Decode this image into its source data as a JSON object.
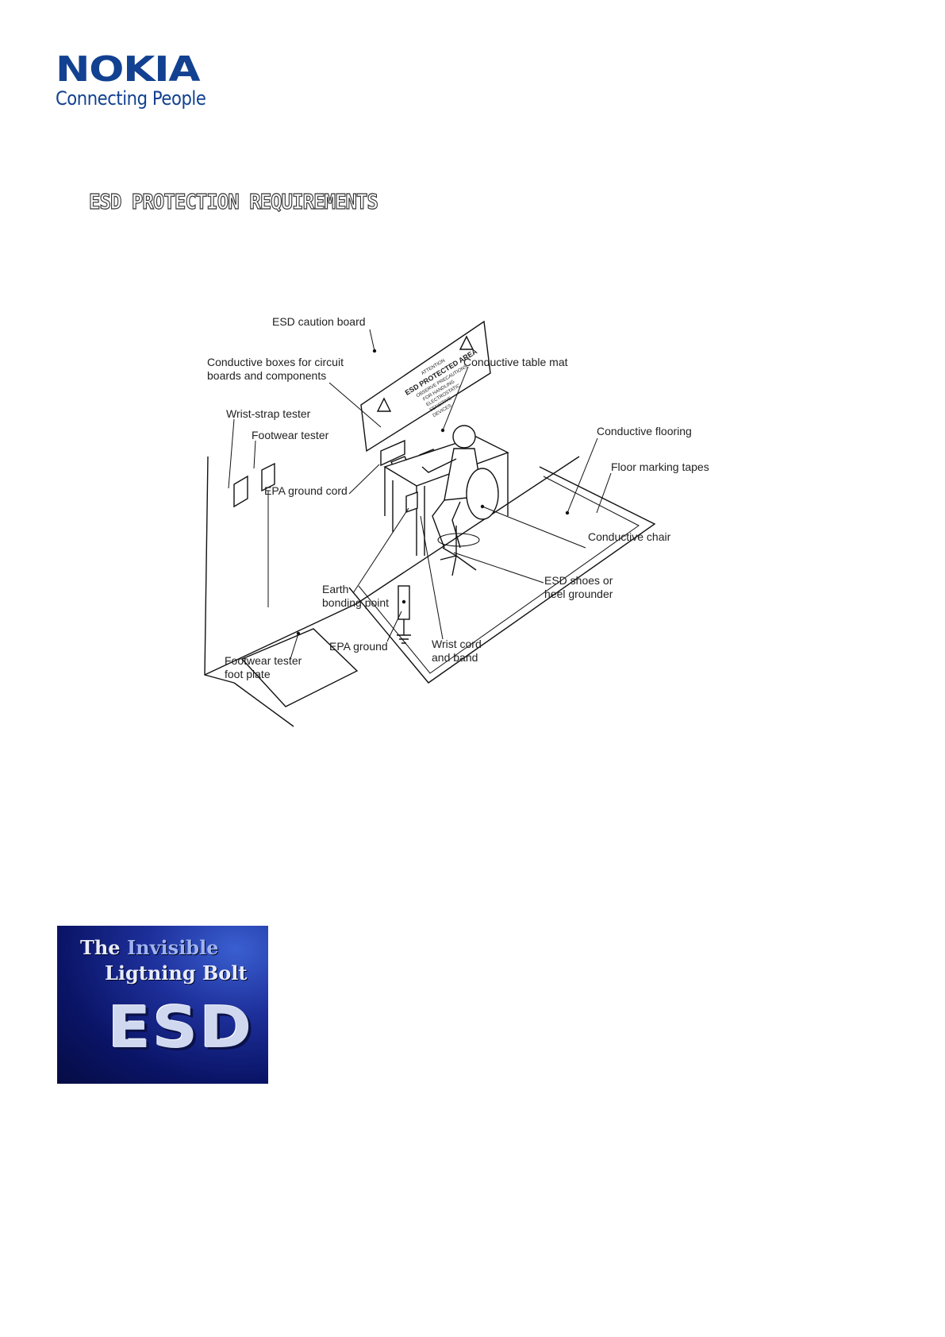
{
  "logo": {
    "brand": "NOKIA",
    "tagline": "Connecting People"
  },
  "heading": "ESD PROTECTION REQUIREMENTS",
  "diagram": {
    "labels": {
      "caution_board": "ESD caution board",
      "conductive_boxes_1": "Conductive boxes for circuit",
      "conductive_boxes_2": "boards and components",
      "table_mat": "Conductive table mat",
      "wrist_strap_tester": "Wrist-strap tester",
      "footwear_tester": "Footwear tester",
      "flooring": "Conductive flooring",
      "floor_tapes": "Floor marking tapes",
      "epa_ground_cord": "EPA ground cord",
      "chair": "Conductive chair",
      "shoes_1": "ESD shoes or",
      "shoes_2": "heel grounder",
      "earth_1": "Earth",
      "earth_2": "bonding point",
      "epa_ground": "EPA ground",
      "wrist_cord_1": "Wrist cord",
      "wrist_cord_2": "and band",
      "foot_plate_1": "Footwear tester",
      "foot_plate_2": "foot plate"
    },
    "sign_text": [
      "ATTENTION",
      "ESD PROTECTED AREA",
      "OBSERVE PRECAUTIONS",
      "FOR HANDLING",
      "ELECTROSTATIC",
      "SENSITIVE",
      "DEVICES"
    ]
  },
  "esd_image": {
    "line1_a": "The",
    "line1_b": "Invisible",
    "line2": "Ligtning Bolt",
    "big": "ESD"
  }
}
